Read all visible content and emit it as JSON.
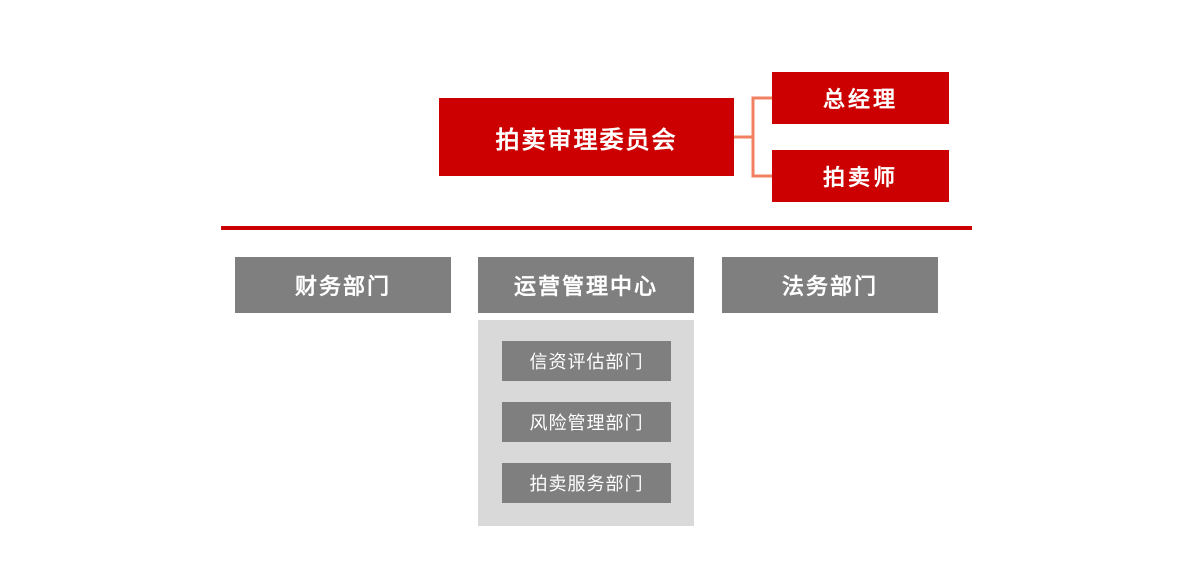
{
  "top": {
    "committee": "拍卖审理委员会",
    "general_manager": "总经理",
    "auctioneer": "拍卖师"
  },
  "departments": {
    "finance": "财务部门",
    "operations": "运营管理中心",
    "legal": "法务部门"
  },
  "operations_sub": [
    "信资评估部门",
    "风险管理部门",
    "拍卖服务部门"
  ],
  "colors": {
    "primary_red": "#cc0000",
    "connector": "#f08060",
    "department_gray": "#7f7f7f",
    "panel_gray": "#d9d9d9"
  }
}
